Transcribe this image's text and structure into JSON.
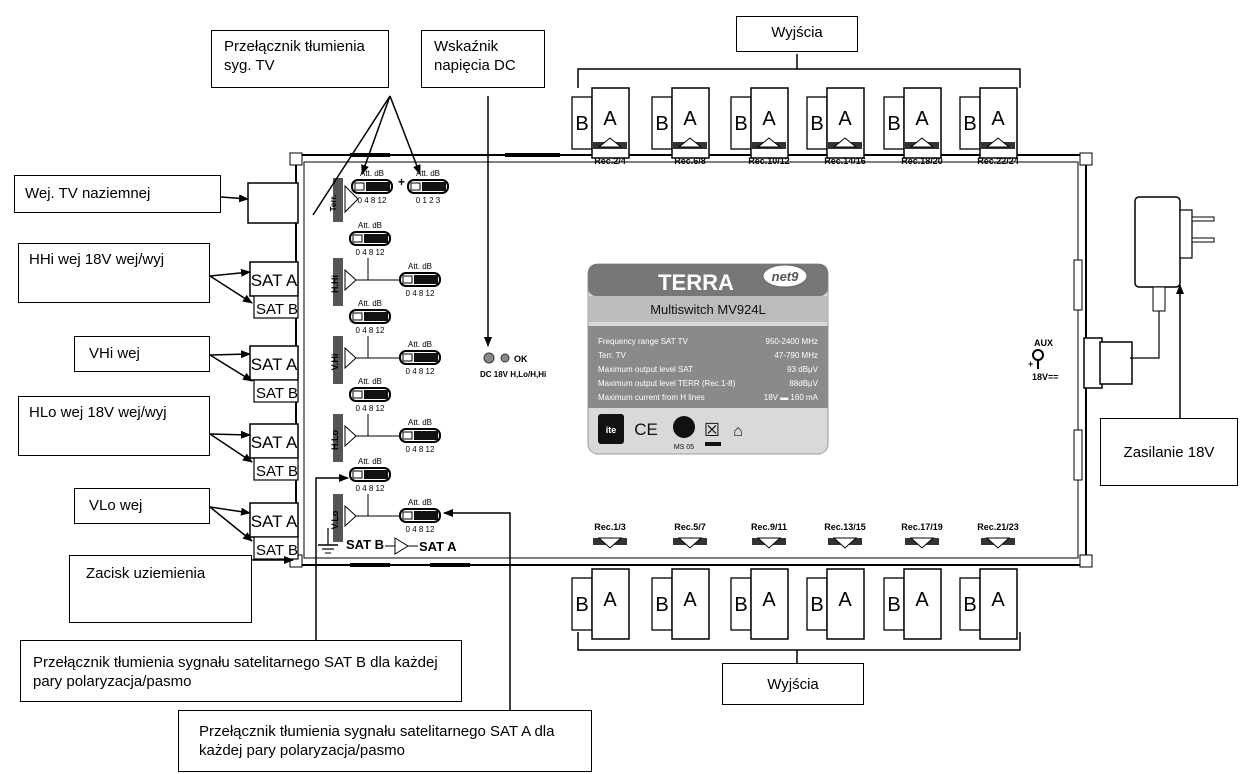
{
  "callouts": {
    "att_switch_tv": "Przełącznik tłumienia syg. TV",
    "dc_indicator": "Wskaźnik napięcia DC",
    "outputs_top": "Wyjścia",
    "outputs_bottom": "Wyjścia",
    "terr_input": "Wej. TV naziemnej",
    "hhi_input": "HHi wej 18V wej/wyj",
    "vhi_input": "VHi wej",
    "hlo_input": "HLo wej 18V wej/wyj",
    "vlo_input": "VLo wej",
    "ground": "Zacisk uziemienia",
    "power": "Zasilanie 18V",
    "sat_b_att": "Przełącznik tłumienia sygnału satelitarnego SAT B dla każdej pary polaryzacja/pasmo",
    "sat_a_att": "Przełącznik tłumienia sygnału satelitarnego SAT A dla każdej pary polaryzacja/pasmo"
  },
  "device": {
    "brand": "TERRA",
    "brand_badge": "net9",
    "model": "Multiswitch MV924L",
    "specs": [
      {
        "label": "Frequency range SAT TV",
        "value": "950-2400 MHz"
      },
      {
        "label": "Terr. TV",
        "value": "47-790 MHz"
      },
      {
        "label": "Maximum output level SAT",
        "value": "93 dBμV"
      },
      {
        "label": "Maximum output level TERR (Rec.1-8)",
        "value": "88dBμV"
      },
      {
        "label": "Maximum current from H lines",
        "value": "18V ▬ 160 mA"
      }
    ],
    "cert_marks": [
      "CE",
      "MS 05"
    ],
    "ok_label": "OK",
    "dc_label": "DC 18V H,Lo/H,Hi",
    "aux_label": "AUX",
    "aux_voltage": "18V==",
    "terr_label": "Terr.",
    "band_labels": [
      "H.Hi",
      "V.Hi",
      "H.Lo",
      "V.Lo"
    ],
    "att_label": "Att. dB",
    "att_scale": "0 4 8 12",
    "att_scale_terr": "0 1 2 3",
    "sat_a": "SAT A",
    "sat_b": "SAT B",
    "conn_a": "A",
    "conn_b": "B",
    "top_outputs": [
      "Rec.2/4",
      "Rec.6/8",
      "Rec.10/12",
      "Rec.14/16",
      "Rec.18/20",
      "Rec.22/24"
    ],
    "bottom_outputs": [
      "Rec.1/3",
      "Rec.5/7",
      "Rec.9/11",
      "Rec.13/15",
      "Rec.17/19",
      "Rec.21/23"
    ]
  }
}
